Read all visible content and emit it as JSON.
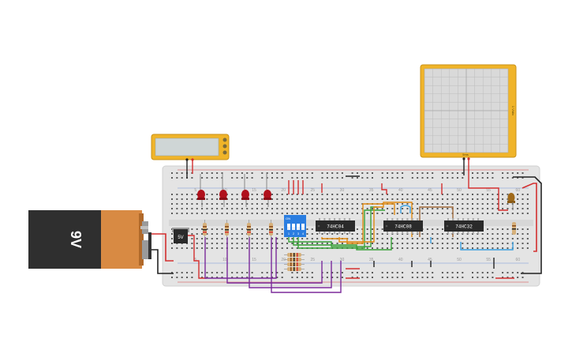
{
  "battery": {
    "label": "9V"
  },
  "regulator": {
    "label": "5V"
  },
  "dip_switch": {
    "label": "ON",
    "numbers": [
      "1",
      "2",
      "3",
      "4"
    ]
  },
  "chips": [
    {
      "label": "74HC04"
    },
    {
      "label": "74HC08"
    },
    {
      "label": "74HC32"
    }
  ],
  "breadboard": {
    "column_numbers_top": [
      "5",
      "10",
      "15",
      "20",
      "25",
      "30",
      "35",
      "40",
      "45",
      "50",
      "55",
      "60"
    ],
    "column_numbers_bottom": [
      "5",
      "10",
      "15",
      "20",
      "25",
      "30",
      "35",
      "40",
      "45",
      "50",
      "55",
      "60"
    ]
  },
  "oscilloscope": {
    "side_label": "1 V/div",
    "bottom_label": "5ms"
  },
  "multimeter": {
    "reading": ""
  },
  "colors": {
    "breadboard": "#e4e4e4",
    "hole": "#5a5a5a",
    "rail_red": "#d32f2f",
    "battery_body": "#2f2f2f",
    "battery_label": "#d88a43",
    "chip": "#2a2a2a",
    "led": "#b0101c",
    "resistor": "#d6b07a",
    "wire_purple": "#7b2a9a",
    "wire_green": "#3aa23a",
    "wire_orange": "#e08a12",
    "wire_brown": "#a06a3a",
    "wire_blue": "#3aa0e0",
    "wire_black": "#222222",
    "dip": "#2a7de0",
    "instrument_frame": "#f0b429",
    "scope_screen": "#d9d9d9"
  }
}
